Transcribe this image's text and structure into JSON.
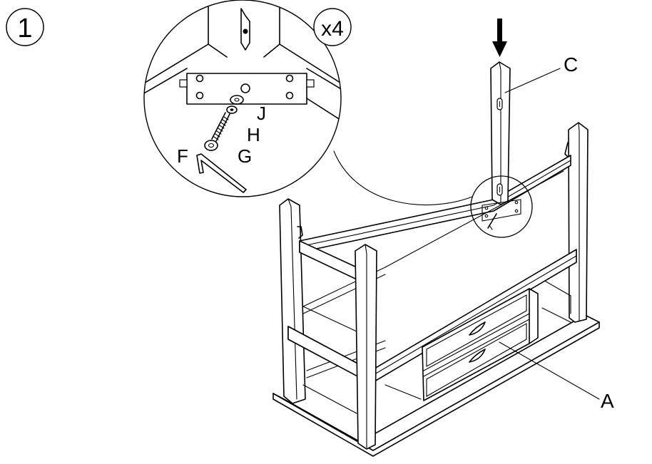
{
  "step": {
    "number": "1"
  },
  "detail": {
    "quantity": "x4"
  },
  "parts": {
    "a": "A",
    "c": "C",
    "f": "F",
    "g": "G",
    "h": "H",
    "j": "J"
  },
  "colors": {
    "line": "#000000",
    "background": "#ffffff"
  },
  "icons": [
    "down-arrow-icon",
    "allen-key-icon",
    "bolt-icon"
  ]
}
